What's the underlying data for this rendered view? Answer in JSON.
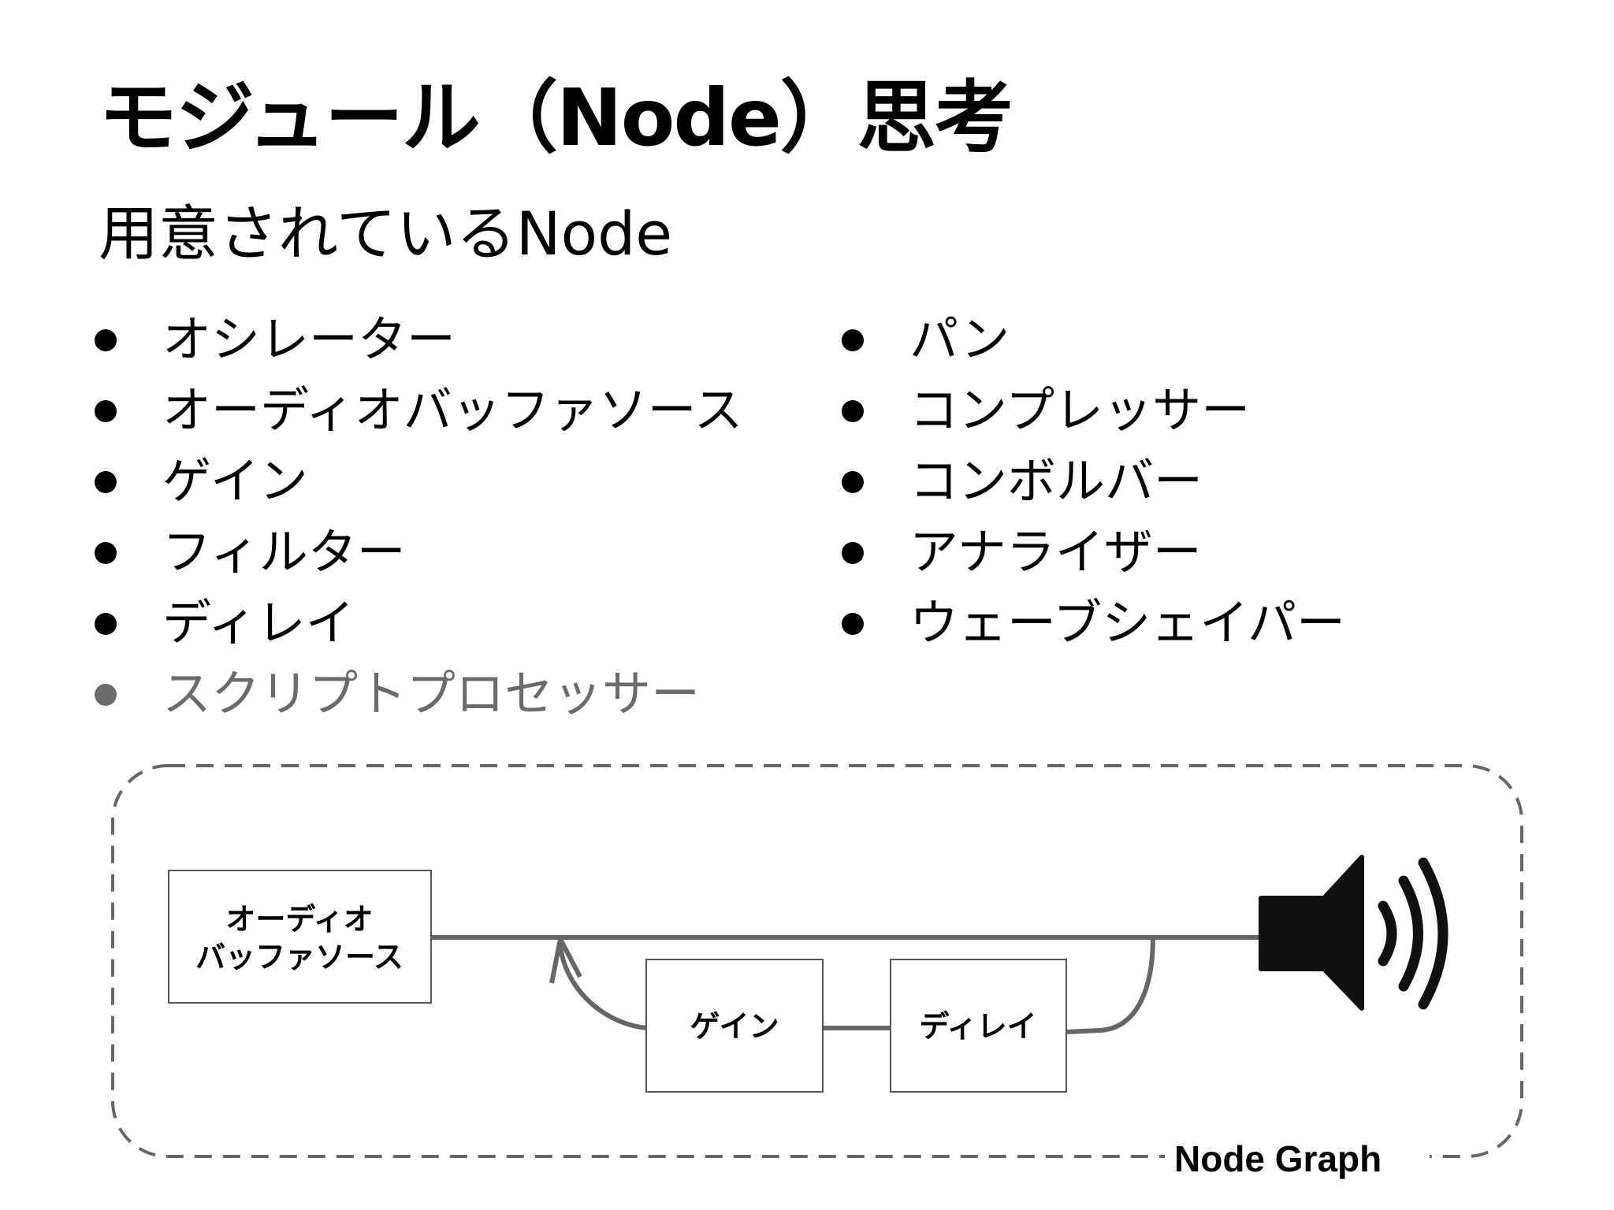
{
  "slide": {
    "title": "モジュール（Node）思考",
    "subtitle": "用意されているNode"
  },
  "nodes_left": [
    {
      "label": "オシレーター",
      "dimmed": false
    },
    {
      "label": "オーディオバッファソース",
      "dimmed": false
    },
    {
      "label": "ゲイン",
      "dimmed": false
    },
    {
      "label": "フィルター",
      "dimmed": false
    },
    {
      "label": "ディレイ",
      "dimmed": false
    },
    {
      "label": "スクリプトプロセッサー",
      "dimmed": true
    }
  ],
  "nodes_right": [
    {
      "label": "パン"
    },
    {
      "label": "コンプレッサー"
    },
    {
      "label": "コンボルバー"
    },
    {
      "label": "アナライザー"
    },
    {
      "label": "ウェーブシェイパー"
    }
  ],
  "diagram": {
    "source_line1": "オーディオ",
    "source_line2": "バッファソース",
    "gain": "ゲイン",
    "delay": "ディレイ",
    "output_icon": "speaker-icon",
    "graph_label": "Node Graph"
  },
  "colors": {
    "dimmed_text": "#6b6b6b",
    "line": "#666666",
    "box_border": "#555555",
    "dashed_border": "#666666"
  }
}
